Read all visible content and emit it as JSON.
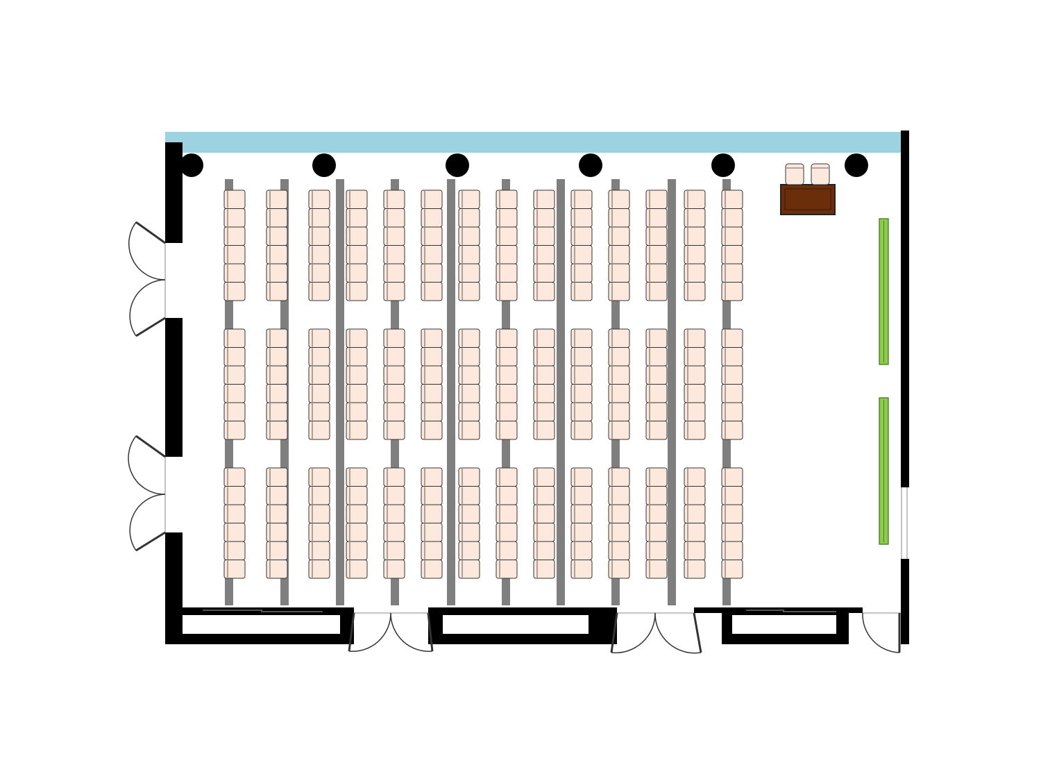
{
  "colors": {
    "wall": "#000000",
    "window": "#9dd2e0",
    "chair_fill": "#fce8dc",
    "chair_stroke": "#333333",
    "aisle_bar": "#7f7f7f",
    "column": "#000000",
    "podium": "#6b2e0b",
    "whiteboard": "#8ccb4c",
    "door_stroke": "#333333"
  },
  "layout": {
    "chair_blocks": 3,
    "chair_columns": 14,
    "chairs_per_column_per_block": 6,
    "columns_pillars": 6,
    "whiteboards": 2,
    "podium_chairs": 2,
    "double_doors_left_wall": 2,
    "double_doors_bottom_wall": 2,
    "single_door_bottom_wall": 1
  }
}
